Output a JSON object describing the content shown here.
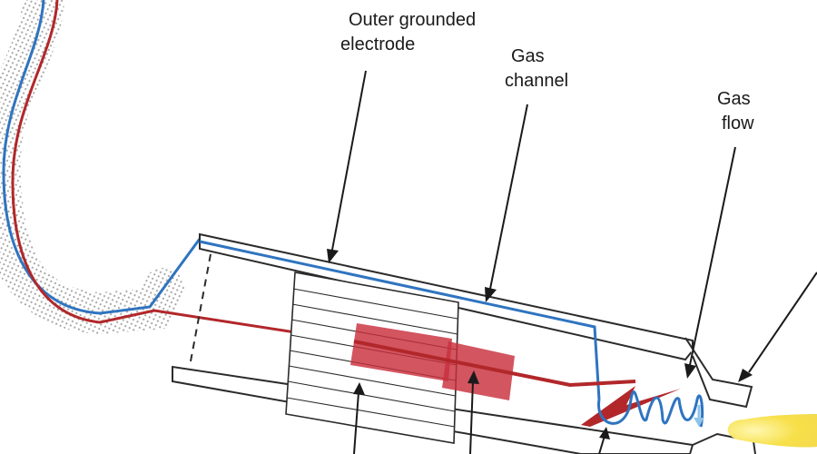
{
  "labels": {
    "outer_electrode": [
      "Outer grounded",
      "electrode"
    ],
    "gas_channel": [
      "Gas",
      "channel"
    ],
    "gas_flow": [
      "Gas",
      "flow"
    ]
  },
  "colors": {
    "blue_wire": "#2f74c0",
    "red_wire": "#b2272a",
    "inner_block": "#c8303d",
    "outline": "#2b2b2b",
    "plume": "#f7e04a",
    "cable_shadow": "#c9c9c9"
  }
}
